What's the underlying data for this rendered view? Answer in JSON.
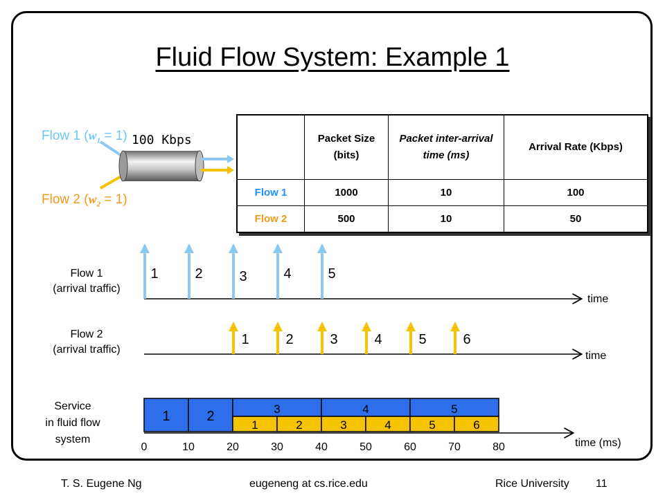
{
  "slide": {
    "title": "Fluid Flow System: Example 1",
    "flow1_prefix": "Flow 1 (",
    "flow1_weight_var": "w",
    "flow1_weight_sub": "1",
    "flow1_weight_eq": " = 1)",
    "flow2_prefix": "Flow 2 (",
    "flow2_weight_var": "w",
    "flow2_weight_sub": "2",
    "flow2_weight_eq": " = 1)",
    "link_rate": "100 Kbps"
  },
  "table": {
    "headers": [
      "",
      "Packet Size (bits)",
      "Packet inter-arrival time (ms)",
      "Arrival Rate (Kbps)"
    ],
    "rows": [
      {
        "flow": "Flow 1",
        "size": "1000",
        "interarrival": "10",
        "rate": "100"
      },
      {
        "flow": "Flow 2",
        "size": "500",
        "interarrival": "10",
        "rate": "50"
      }
    ]
  },
  "timeline": {
    "flow1_label_line1": "Flow 1",
    "flow1_label_line2": "(arrival traffic)",
    "flow2_label_line1": "Flow 2",
    "flow2_label_line2": "(arrival traffic)",
    "service_label_line1": "Service",
    "service_label_line2": "in fluid flow",
    "service_label_line3": "system",
    "time_label": "time",
    "time_ms_label": "time (ms)",
    "flow1_packets": [
      "1",
      "2",
      "3",
      "4",
      "5"
    ],
    "flow2_packets": [
      "1",
      "2",
      "3",
      "4",
      "5",
      "6"
    ],
    "service_flow1_solo": [
      "1",
      "2"
    ],
    "service_flow1_shared": [
      "3",
      "4",
      "5"
    ],
    "service_flow2": [
      "1",
      "2",
      "3",
      "4",
      "5",
      "6"
    ],
    "ticks": [
      "0",
      "10",
      "20",
      "30",
      "40",
      "50",
      "60",
      "70",
      "80"
    ]
  },
  "colors": {
    "flow1": "#8cc8f0",
    "flow1_text": "#1e90ff",
    "flow2": "#f5c400",
    "flow2_text": "#f09a1a",
    "service_flow1": "#2f6eea"
  },
  "footer": {
    "author": "T. S. Eugene Ng",
    "email": "eugeneng at cs.rice.edu",
    "org": "Rice University",
    "page": "11"
  }
}
